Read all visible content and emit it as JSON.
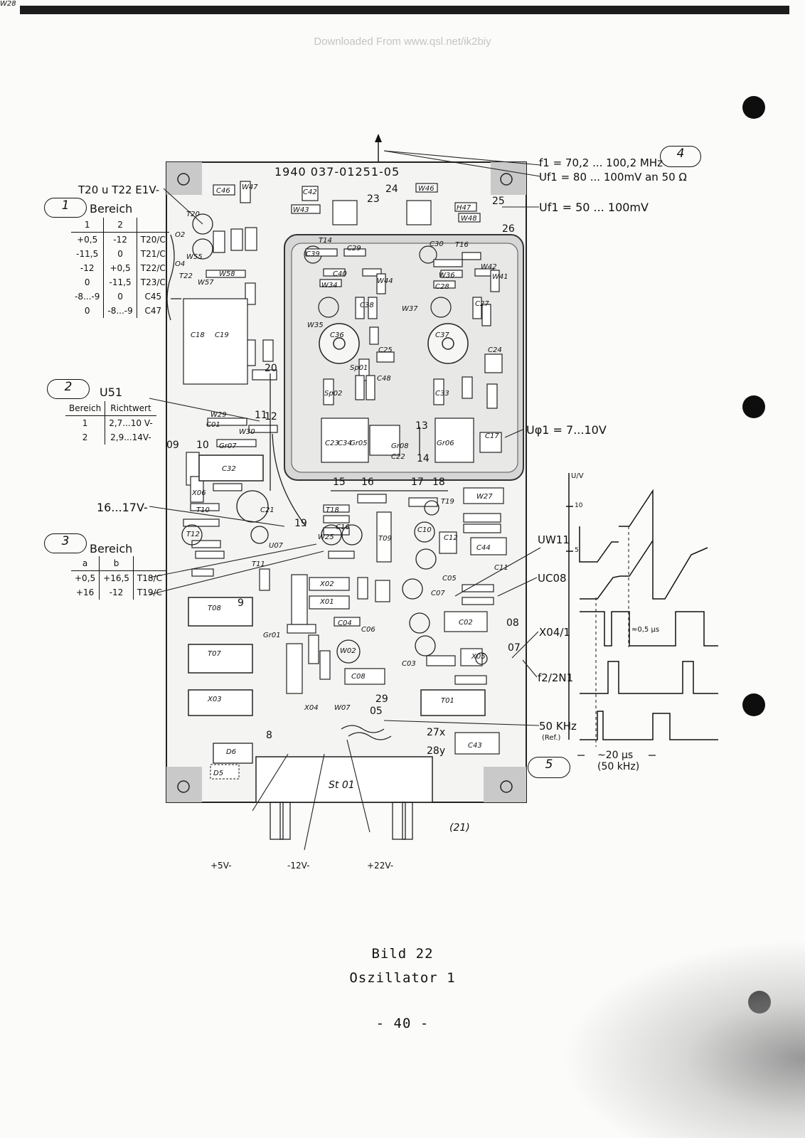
{
  "watermark": "Downloaded From www.qsl.net/ik2biy",
  "board_number": "1940 037-01251-05",
  "callouts": {
    "c1": "1",
    "c2": "2",
    "c3": "3",
    "c4": "4",
    "c5": "5"
  },
  "table1": {
    "label_top": "T20 u T22 E1V-",
    "title": "Bereich",
    "headers": [
      "1",
      "2",
      ""
    ],
    "rows": [
      [
        "+0,5",
        "-12",
        "T20/C"
      ],
      [
        "-11,5",
        "0",
        "T21/C"
      ],
      [
        "-12",
        "+0,5",
        "T22/C"
      ],
      [
        "0",
        "-11,5",
        "T23/C"
      ],
      [
        "-8...-9",
        "0",
        "C45"
      ],
      [
        "0",
        "-8...-9",
        "C47"
      ]
    ]
  },
  "table2": {
    "title": "U51",
    "headers": [
      "Bereich",
      "Richtwert"
    ],
    "rows": [
      [
        "1",
        "2,7...10 V-"
      ],
      [
        "2",
        "2,9...14V-"
      ]
    ]
  },
  "table3": {
    "title": "Bereich",
    "headers": [
      "a",
      "b",
      ""
    ],
    "rows": [
      [
        "+0,5",
        "+16,5",
        "T18/C"
      ],
      [
        "+16",
        "-12",
        "T19/C"
      ]
    ]
  },
  "annotations": {
    "f1": "f1 = 70,2 ... 100,2 MHz",
    "uf1_top": "Uf1 = 80 ... 100mV an 50 Ω",
    "uf1_mid": "Uf1 = 50 ... 100mV",
    "uphi1": "Uφ1 = 7...10V",
    "v1617": "16...17V-",
    "uw11": "UW11",
    "uc08": "UC08",
    "x041": "X04/1",
    "f22n1": "f2/2N1",
    "khz50": "50 KHz",
    "ref": "(Ref.)",
    "us20": "~20 µs",
    "khz50b": "(50 kHz)",
    "us05": "≈0,5 µs",
    "uv_axis": "U/V",
    "tick10": "10",
    "tick5": "5",
    "p21": "(21)",
    "v5": "+5V-",
    "v12": "-12V-",
    "v22": "+22V-"
  },
  "pcb_labels": [
    "C46",
    "W47",
    "C42",
    "W43",
    "W46",
    "H47",
    "W48",
    "T20",
    "W55",
    "O2",
    "O4",
    "T22",
    "W57",
    "W58",
    "C18",
    "C19",
    "T14",
    "C29",
    "C30",
    "T16",
    "C39",
    "C40",
    "W34",
    "W35",
    "W36",
    "C28",
    "W41",
    "W42",
    "W44",
    "C38",
    "W37",
    "C27",
    "C36",
    "C37",
    "Sp01",
    "Sp02",
    "C25",
    "C24",
    "C48",
    "C33",
    "C23",
    "C34",
    "Gr05",
    "Gr06",
    "Gr07",
    "Gr08",
    "C17",
    "C22",
    "C32",
    "C21",
    "X06",
    "W25",
    "C16",
    "T18",
    "T19",
    "W27",
    "T09",
    "C12",
    "C44",
    "C10",
    "C11",
    "T08",
    "T07",
    "X03",
    "X02",
    "X01",
    "C04",
    "C06",
    "W02",
    "C02",
    "X05",
    "C08",
    "T01",
    "C03",
    "X04",
    "W07",
    "C43",
    "Gr01",
    "C07",
    "C05",
    "D6",
    "D5",
    "C01",
    "W30",
    "W29",
    "U07",
    "T12",
    "T11",
    "T10",
    "W28"
  ],
  "pcb_numbers": [
    "23",
    "24",
    "25",
    "26",
    "20",
    "11",
    "12",
    "13",
    "14",
    "15",
    "16",
    "17",
    "18",
    "19",
    "09",
    "10",
    "08",
    "07",
    "05",
    "8",
    "9",
    "27x",
    "28y",
    "29"
  ],
  "connector": "St 01",
  "caption": {
    "line1": "Bild 22",
    "line2": "Oszillator 1",
    "page": "- 40 -"
  }
}
